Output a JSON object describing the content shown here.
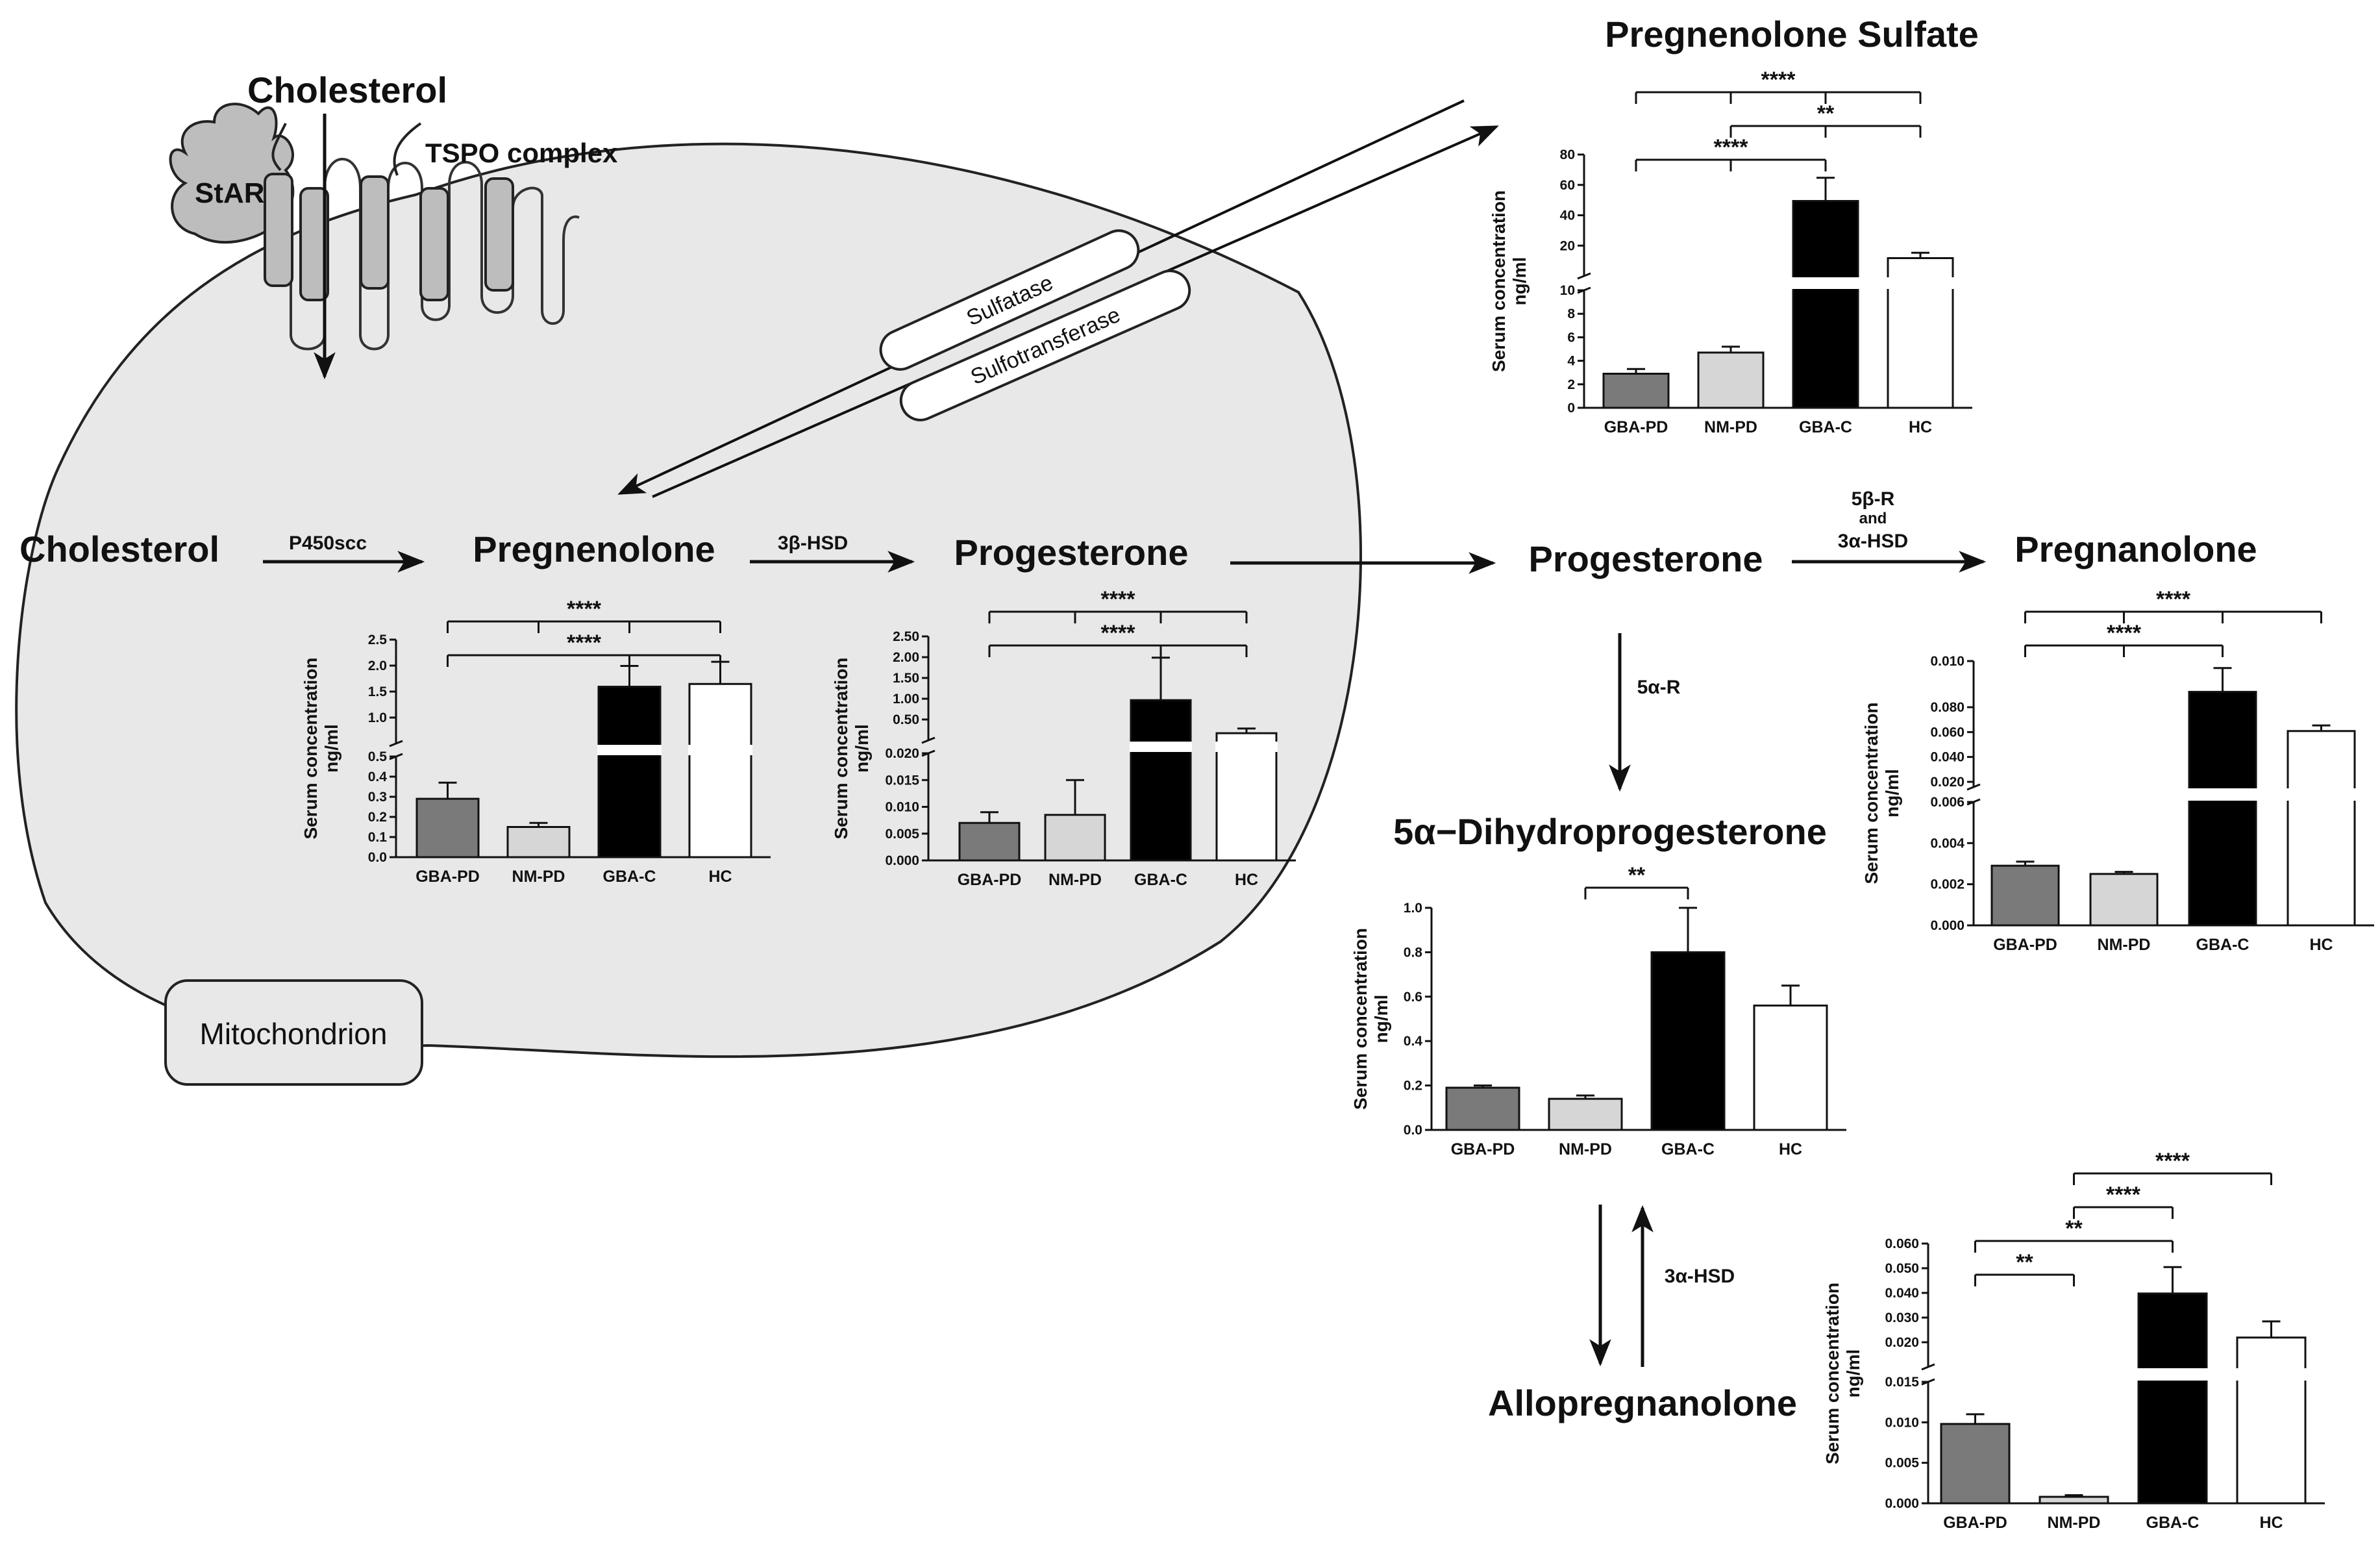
{
  "labels": {
    "cholesterol_top": "Cholesterol",
    "star": "StAR",
    "tspo": "TSPO complex",
    "mitochondrion": "Mitochondrion",
    "sulfatase": "Sulfatase",
    "sulfotransferase": "Sulfotransferase",
    "cholesterol": "Cholesterol",
    "p450scc": "P450scc",
    "pregnenolone": "Pregnenolone",
    "hsd3b": "3β-HSD",
    "progesterone_in": "Progesterone",
    "progesterone_out": "Progesterone",
    "r5b_line1": "5β-R",
    "r5b_line2": "and",
    "r5b_line3": "3α-HSD",
    "pregnanolone": "Pregnanolone",
    "r5a": "5α-R",
    "dhp": "5α−Dihydroprogesterone",
    "hsd3a": "3α-HSD",
    "allopregnanolone": "Allopregnanolone",
    "pregnenolone_sulfate": "Pregnenolone Sulfate"
  },
  "chart_data": [
    {
      "id": "pregnenolone",
      "type": "bar",
      "categories": [
        "GBA-PD",
        "NM-PD",
        "GBA-C",
        "HC"
      ],
      "values": [
        0.29,
        0.15,
        1.82,
        1.86
      ],
      "errors": [
        0.08,
        0.02,
        0.3,
        0.32
      ],
      "ylabel_line1": "Serum concentration",
      "ylabel_line2": "ng/ml",
      "axis_break": true,
      "lower_ticks": [
        "0.0",
        "0.1",
        "0.2",
        "0.3",
        "0.4",
        "0.5"
      ],
      "upper_ticks": [
        "1.0",
        "1.5",
        "2.0",
        "2.5"
      ],
      "lower_range": [
        0,
        0.5
      ],
      "upper_range": [
        1.0,
        2.5
      ],
      "significance": [
        {
          "from": 0,
          "to": [
            2,
            3
          ],
          "label": "****"
        },
        {
          "from": 0,
          "to": [
            1,
            2,
            3
          ],
          "label": "****"
        }
      ]
    },
    {
      "id": "progesterone",
      "type": "bar",
      "categories": [
        "GBA-PD",
        "NM-PD",
        "GBA-C",
        "HC"
      ],
      "values": [
        0.007,
        0.0085,
        1.15,
        0.45
      ],
      "errors": [
        0.002,
        0.0065,
        0.9,
        0.1
      ],
      "ylabel_line1": "Serum concentration",
      "ylabel_line2": "ng/ml",
      "axis_break": true,
      "lower_ticks": [
        "0.000",
        "0.005",
        "0.010",
        "0.015",
        "0.020"
      ],
      "upper_ticks": [
        "0.50",
        "1.00",
        "1.50",
        "2.00",
        "2.50"
      ],
      "lower_range": [
        0,
        0.02
      ],
      "upper_range": [
        0.3,
        2.5
      ],
      "significance": [
        {
          "from": 0,
          "to": [
            2,
            3
          ],
          "label": "****"
        },
        {
          "from": 0,
          "to": [
            1,
            2,
            3
          ],
          "label": "****"
        }
      ]
    },
    {
      "id": "pregnenolone-sulfate",
      "type": "bar",
      "categories": [
        "GBA-PD",
        "NM-PD",
        "GBA-C",
        "HC"
      ],
      "values": [
        2.9,
        4.7,
        54,
        22
      ],
      "errors": [
        0.4,
        0.5,
        13,
        3
      ],
      "ylabel_line1": "Serum concentration",
      "ylabel_line2": "ng/ml",
      "axis_break": true,
      "lower_ticks": [
        "0",
        "2",
        "4",
        "6",
        "8",
        "10"
      ],
      "upper_ticks": [
        "20",
        "40",
        "60",
        "80"
      ],
      "lower_range": [
        0,
        10
      ],
      "upper_range": [
        12,
        80
      ],
      "significance": [
        {
          "from": 0,
          "to": [
            1,
            2
          ],
          "label": "****"
        },
        {
          "from": 1,
          "to": [
            2,
            3
          ],
          "label": "**"
        },
        {
          "from": 0,
          "to": [
            1,
            2,
            3
          ],
          "label": "****"
        }
      ]
    },
    {
      "id": "pregnanolone",
      "type": "bar",
      "categories": [
        "GBA-PD",
        "NM-PD",
        "GBA-C",
        "HC"
      ],
      "values": [
        0.0029,
        0.0025,
        0.078,
        0.05
      ],
      "errors": [
        0.0002,
        0.0001,
        0.017,
        0.004
      ],
      "ylabel_line1": "Serum concentration",
      "ylabel_line2": "ng/ml",
      "axis_break": true,
      "lower_ticks": [
        "0.000",
        "0.002",
        "0.004",
        "0.006"
      ],
      "upper_ticks": [
        "0.020",
        "0.040",
        "0.060",
        "0.080",
        "0.010"
      ],
      "lower_range": [
        0,
        0.006
      ],
      "upper_range": [
        0.01,
        0.1
      ],
      "significance": [
        {
          "from": 0,
          "to": [
            1,
            2
          ],
          "label": "****"
        },
        {
          "from": 0,
          "to": [
            1,
            2,
            3
          ],
          "label": "****"
        }
      ]
    },
    {
      "id": "dihydroprogesterone",
      "type": "bar",
      "categories": [
        "GBA-PD",
        "NM-PD",
        "GBA-C",
        "HC"
      ],
      "values": [
        0.19,
        0.14,
        0.8,
        0.56
      ],
      "errors": [
        0.01,
        0.015,
        0.2,
        0.09
      ],
      "ylabel_line1": "Serum concentration",
      "ylabel_line2": "ng/ml",
      "axis_break": false,
      "ticks": [
        "0.0",
        "0.2",
        "0.4",
        "0.6",
        "0.8",
        "1.0"
      ],
      "range": [
        0,
        1.0
      ],
      "significance": [
        {
          "from": 1,
          "to": [
            2
          ],
          "label": "**"
        }
      ]
    },
    {
      "id": "allopregnanolone",
      "type": "bar",
      "categories": [
        "GBA-PD",
        "NM-PD",
        "GBA-C",
        "HC"
      ],
      "values": [
        0.0098,
        0.0008,
        0.043,
        0.028
      ],
      "errors": [
        0.0012,
        0.0002,
        0.009,
        0.0055
      ],
      "ylabel_line1": "Serum concentration",
      "ylabel_line2": "ng/ml",
      "axis_break": true,
      "lower_ticks": [
        "0.000",
        "0.005",
        "0.010",
        "0.015"
      ],
      "upper_ticks": [
        "0.020",
        "0.030",
        "0.040",
        "0.050",
        "0.060"
      ],
      "lower_range": [
        0,
        0.015
      ],
      "upper_range": [
        0.018,
        0.06
      ],
      "significance": [
        {
          "from": 0,
          "to": [
            1
          ],
          "label": "**"
        },
        {
          "from": 0,
          "to": [
            2
          ],
          "label": "**"
        },
        {
          "from": 1,
          "to": [
            2
          ],
          "label": "****"
        },
        {
          "from": 1,
          "to": [
            3
          ],
          "label": "****"
        }
      ]
    }
  ],
  "colors": {
    "bar_fills": [
      "#7a7a7a",
      "#d6d6d6",
      "#000000",
      "#ffffff"
    ],
    "cell": "#e8e8e8",
    "protein": "#bdbdbd"
  }
}
